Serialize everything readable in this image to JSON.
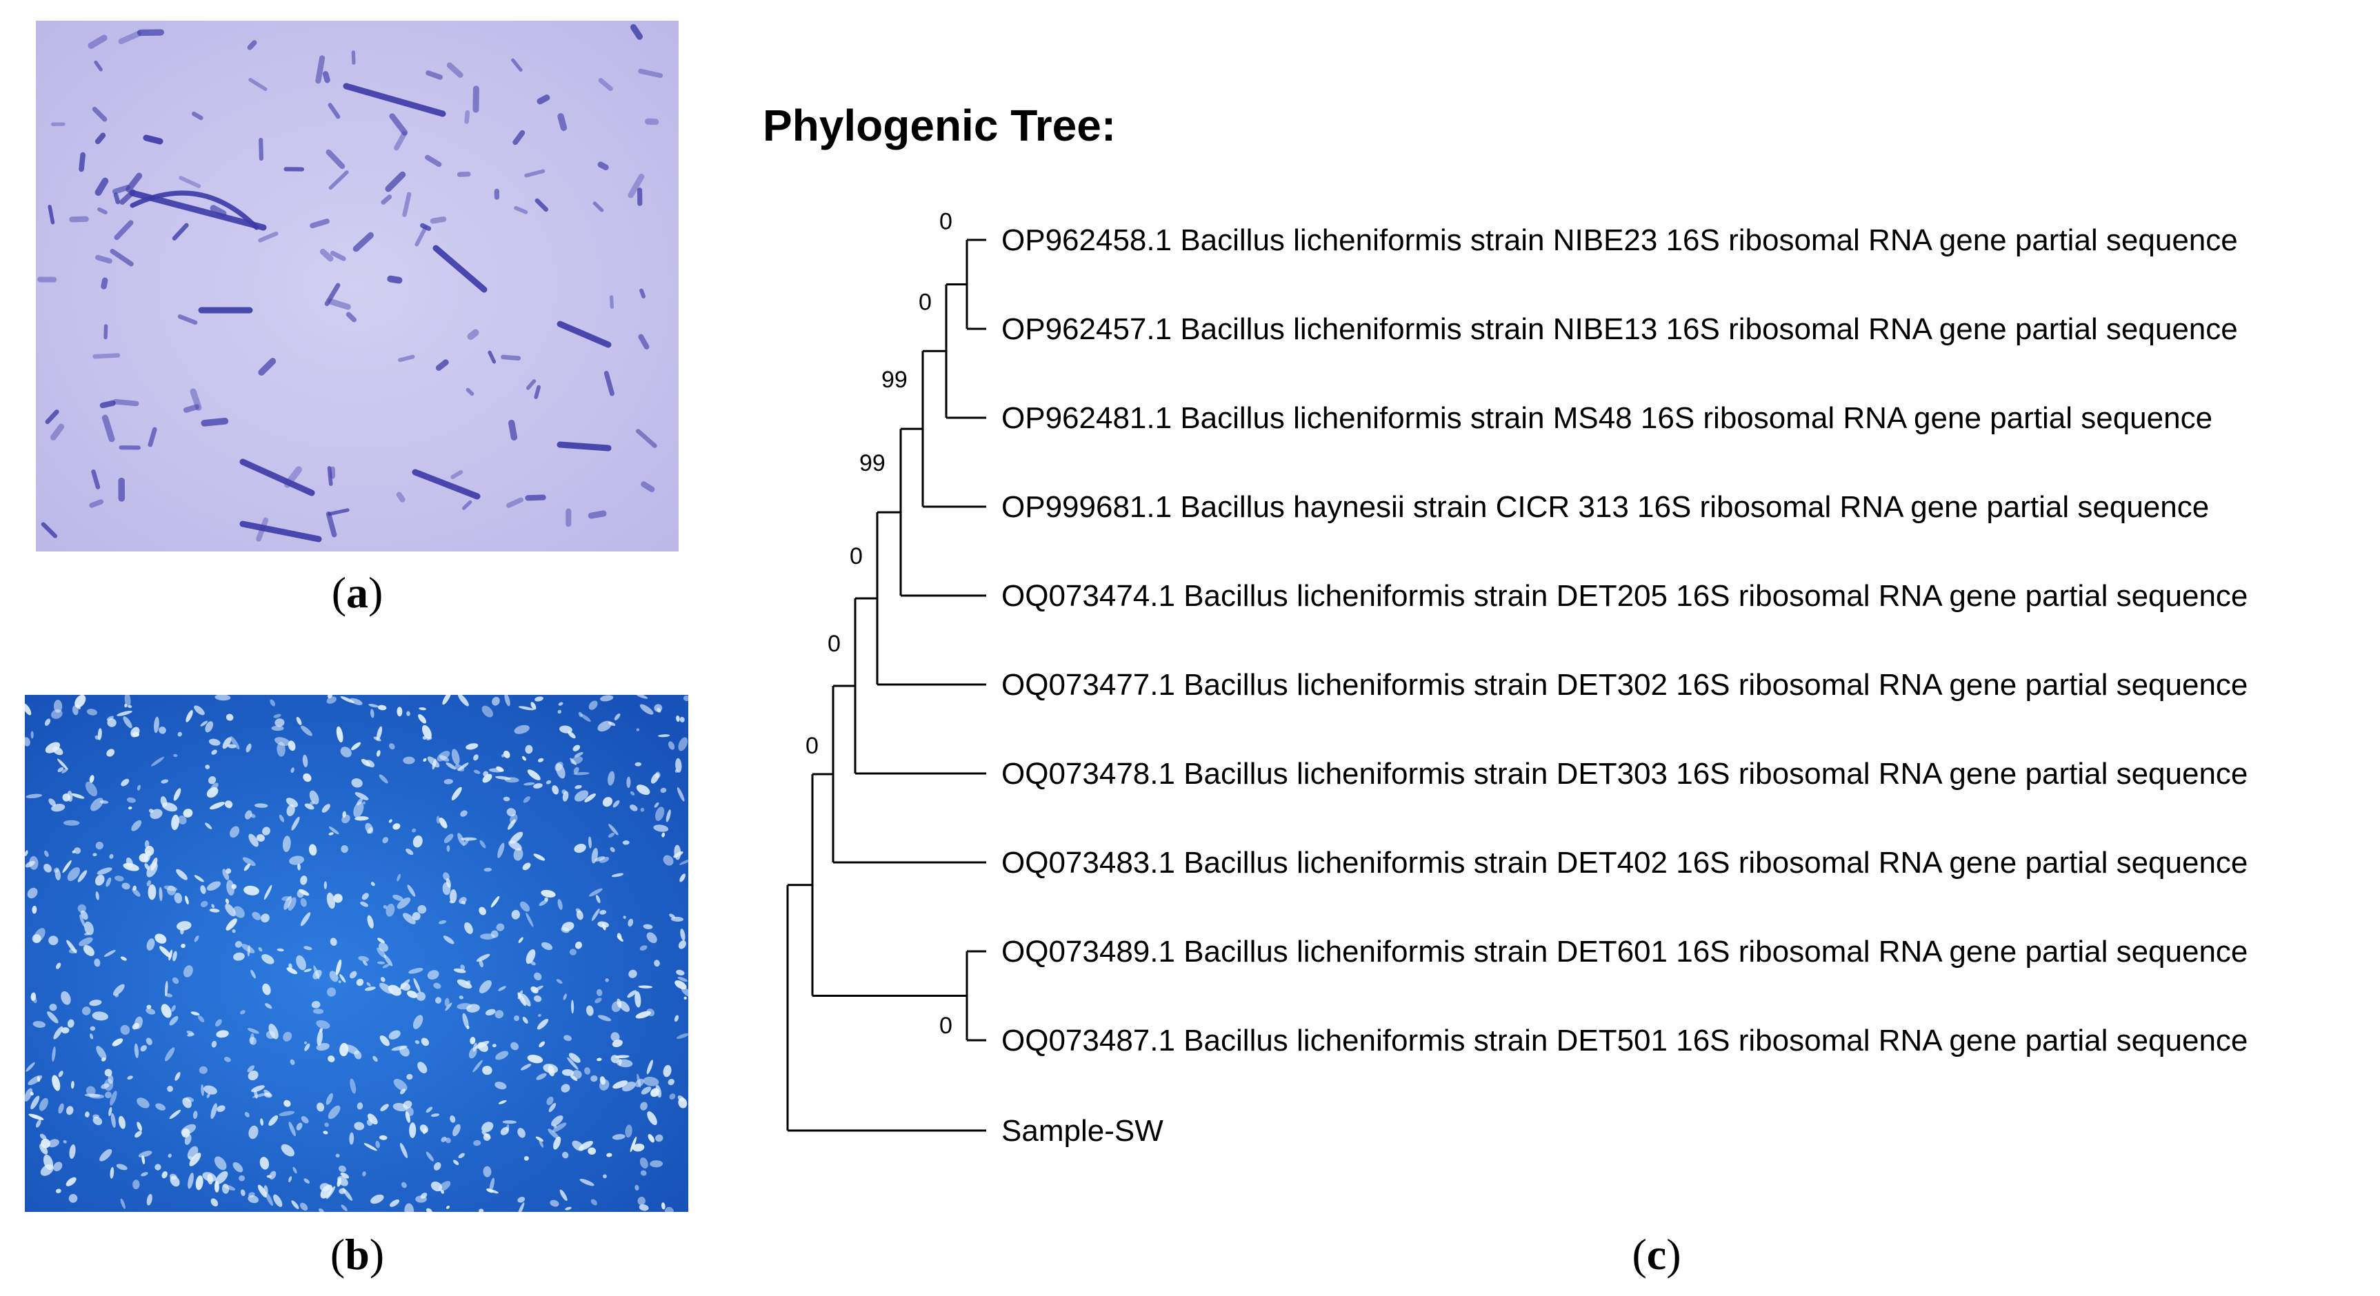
{
  "panels": {
    "a": {
      "open": "(",
      "letter": "a",
      "close": ")"
    },
    "b": {
      "open": "(",
      "letter": "b",
      "close": ")"
    },
    "c": {
      "open": "(",
      "letter": "c",
      "close": ")"
    }
  },
  "images": {
    "a": {
      "description_icon": "gram-stain-rods-micrograph",
      "background": "#c9c5ee",
      "cell_color": "#3b3aa6"
    },
    "b": {
      "description_icon": "spore-stain-micrograph",
      "background": "#1e63c8",
      "cell_color": "#e6f3ff"
    }
  },
  "tree": {
    "title": "Phylogenic Tree:",
    "leaves": [
      "OP962458.1 Bacillus licheniformis strain NIBE23 16S ribosomal RNA gene partial sequence",
      "OP962457.1 Bacillus licheniformis strain NIBE13 16S ribosomal RNA gene partial sequence",
      "OP962481.1 Bacillus licheniformis strain MS48 16S ribosomal RNA gene partial sequence",
      "OP999681.1 Bacillus haynesii strain CICR 313 16S ribosomal RNA gene partial sequence",
      "OQ073474.1 Bacillus licheniformis strain DET205 16S ribosomal RNA gene partial sequence",
      "OQ073477.1 Bacillus licheniformis strain DET302 16S ribosomal RNA gene partial sequence",
      "OQ073478.1 Bacillus licheniformis strain DET303 16S ribosomal RNA gene partial sequence",
      "OQ073483.1 Bacillus licheniformis strain DET402 16S ribosomal RNA gene partial sequence",
      "OQ073489.1 Bacillus licheniformis strain DET601 16S ribosomal RNA gene partial sequence",
      "OQ073487.1 Bacillus licheniformis strain DET501 16S ribosomal RNA gene partial sequence",
      "Sample-SW"
    ],
    "supports": [
      "0",
      "0",
      "99",
      "99",
      "0",
      "0",
      "0",
      "0"
    ]
  }
}
